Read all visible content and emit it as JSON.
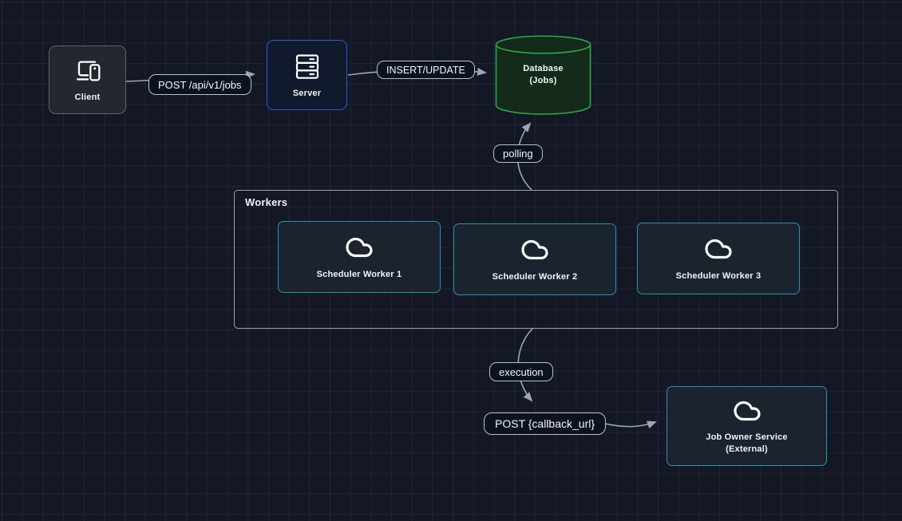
{
  "nodes": {
    "client": {
      "label": "Client",
      "icon": "devices-icon"
    },
    "server": {
      "label": "Server",
      "icon": "server-stack-icon"
    },
    "database": {
      "label_line1": "Database",
      "label_line2": "(Jobs)",
      "shape": "cylinder"
    },
    "workers_group": {
      "label": "Workers"
    },
    "scheduler_worker_1": {
      "label": "Scheduler Worker 1",
      "icon": "cloud-icon"
    },
    "scheduler_worker_2": {
      "label": "Scheduler Worker 2",
      "icon": "cloud-icon"
    },
    "scheduler_worker_3": {
      "label": "Scheduler Worker 3",
      "icon": "cloud-icon"
    },
    "job_owner_service": {
      "label_line1": "Job Owner Service",
      "label_line2": "(External)",
      "icon": "cloud-icon"
    }
  },
  "edges": {
    "client_to_server": {
      "label": "POST /api/v1/jobs"
    },
    "server_to_database": {
      "label": "INSERT/UPDATE"
    },
    "workers_to_database": {
      "label": "polling"
    },
    "workers_to_callback": {
      "label": "execution"
    },
    "callback_to_job_owner": {
      "label": "POST {callback_url}"
    }
  },
  "colors": {
    "background": "#141824",
    "grid_line": "#1e2531",
    "arrow": "#9aa6b8",
    "client_border": "#5b6470",
    "client_fill": "#23272e",
    "server_border": "#2d55dd",
    "server_fill": "#101a2c",
    "database_border": "#2ea043",
    "database_fill": "#142a1a",
    "worker_border": "#2c90b4",
    "worker_fill": "#1a232e",
    "group_border": "#97a1b0",
    "pill_border": "#b9c2ce",
    "pill_fill": "#0d1220",
    "icon_stroke": "#ffffff"
  }
}
